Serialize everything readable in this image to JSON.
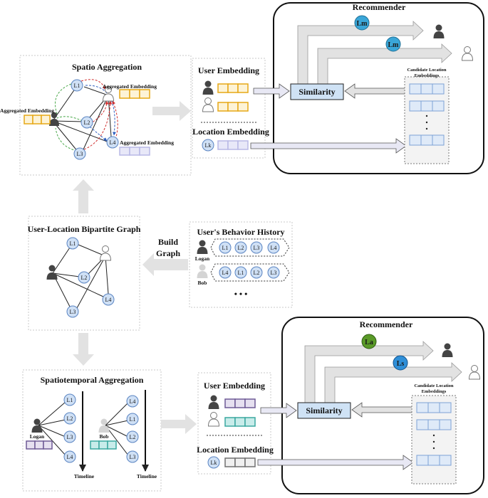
{
  "top": {
    "spatio_title": "Spatio Aggregation",
    "agg_top": "Aggregated Embedding",
    "agg_left": "Aggregated Embedding",
    "agg_right": "Aggregated Embedding",
    "user_embedding": "User Embedding",
    "location_embedding": "Location Embedding",
    "lk": "Lk",
    "recommender_title": "Recommender",
    "similarity": "Similarity",
    "candidate_1": "Candidate Location",
    "candidate_2": "Embeddings",
    "badge_1": "Lm",
    "badge_2": "Lm"
  },
  "middle": {
    "bipartite_title": "User-Location Bipartite Graph",
    "build_1": "Build",
    "build_2": "Graph",
    "history_title": "User's Behavior History",
    "logan": "Logan",
    "bob": "Bob",
    "logan_seq": [
      "L1",
      "L2",
      "L3",
      "L4"
    ],
    "bob_seq": [
      "L4",
      "L1",
      "L2",
      "L3"
    ],
    "ellipsis": "• • •"
  },
  "bottom": {
    "st_title": "Spatiotemporal Aggregation",
    "logan": "Logan",
    "bob": "Bob",
    "logan_seq": [
      "L1",
      "L2",
      "L3",
      "L4"
    ],
    "bob_seq": [
      "L4",
      "L1",
      "L2",
      "L3"
    ],
    "timeline_1": "Timeline",
    "timeline_2": "Timeline",
    "user_embedding": "User Embedding",
    "location_embedding": "Location Embedding",
    "lk": "Lk",
    "recommender_title": "Recommender",
    "similarity": "Similarity",
    "candidate_1": "Candidate Location",
    "candidate_2": "Embeddings",
    "badge_1": "La",
    "badge_2": "Ls"
  },
  "node_labels": [
    "L1",
    "L2",
    "L3",
    "L4"
  ],
  "colors": {
    "node_fill": "#cfe0f5",
    "node_stroke": "#5a84c2",
    "orange_embedding": "#e6a817",
    "purple_embedding": "#6e5a96",
    "teal_embedding": "#3aa8a0",
    "gray_embedding": "#707070",
    "lavender_embedding": "#b8b8e6",
    "similarity_fill": "#cfe2f5",
    "arrow_fill": "#e2e2e2",
    "badge_teal": "#3aa6d8",
    "badge_green": "#5a9a28",
    "badge_blue": "#2f8fd8",
    "user_dark": "#444444",
    "user_light": "#bcbcbc"
  }
}
